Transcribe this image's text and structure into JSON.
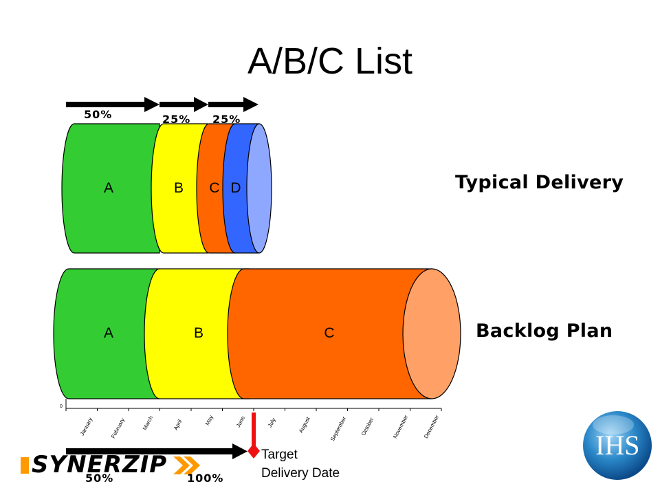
{
  "title": "A/B/C List",
  "labels": {
    "typical_delivery": "Typical Delivery",
    "backlog_plan": "Backlog Plan",
    "target_line1": "Target",
    "target_line2": "Delivery Date"
  },
  "top_percents": [
    "50%",
    "25%",
    "25%"
  ],
  "bottom_percents": [
    "50%",
    "100%"
  ],
  "typical_segments": [
    {
      "label": "A",
      "color": "#33cc33"
    },
    {
      "label": "B",
      "color": "#ffff00"
    },
    {
      "label": "C",
      "color": "#ff6600"
    },
    {
      "label": "D",
      "color": "#3366ff"
    }
  ],
  "backlog_segments": [
    {
      "label": "A",
      "color": "#33cc33"
    },
    {
      "label": "B",
      "color": "#ffff00"
    },
    {
      "label": "C",
      "color": "#ff6600"
    }
  ],
  "axis": {
    "zero": "0",
    "months": [
      "January",
      "February",
      "March",
      "April",
      "May",
      "June",
      "July",
      "August",
      "September",
      "October",
      "November",
      "December"
    ]
  },
  "logos": {
    "synerzip": "SYNERZIP",
    "ihs": "IHS"
  },
  "colors": {
    "green": "#33cc33",
    "yellow": "#ffff00",
    "orange": "#ff6600",
    "blue": "#3366ff",
    "target_red": "#ee1111"
  }
}
